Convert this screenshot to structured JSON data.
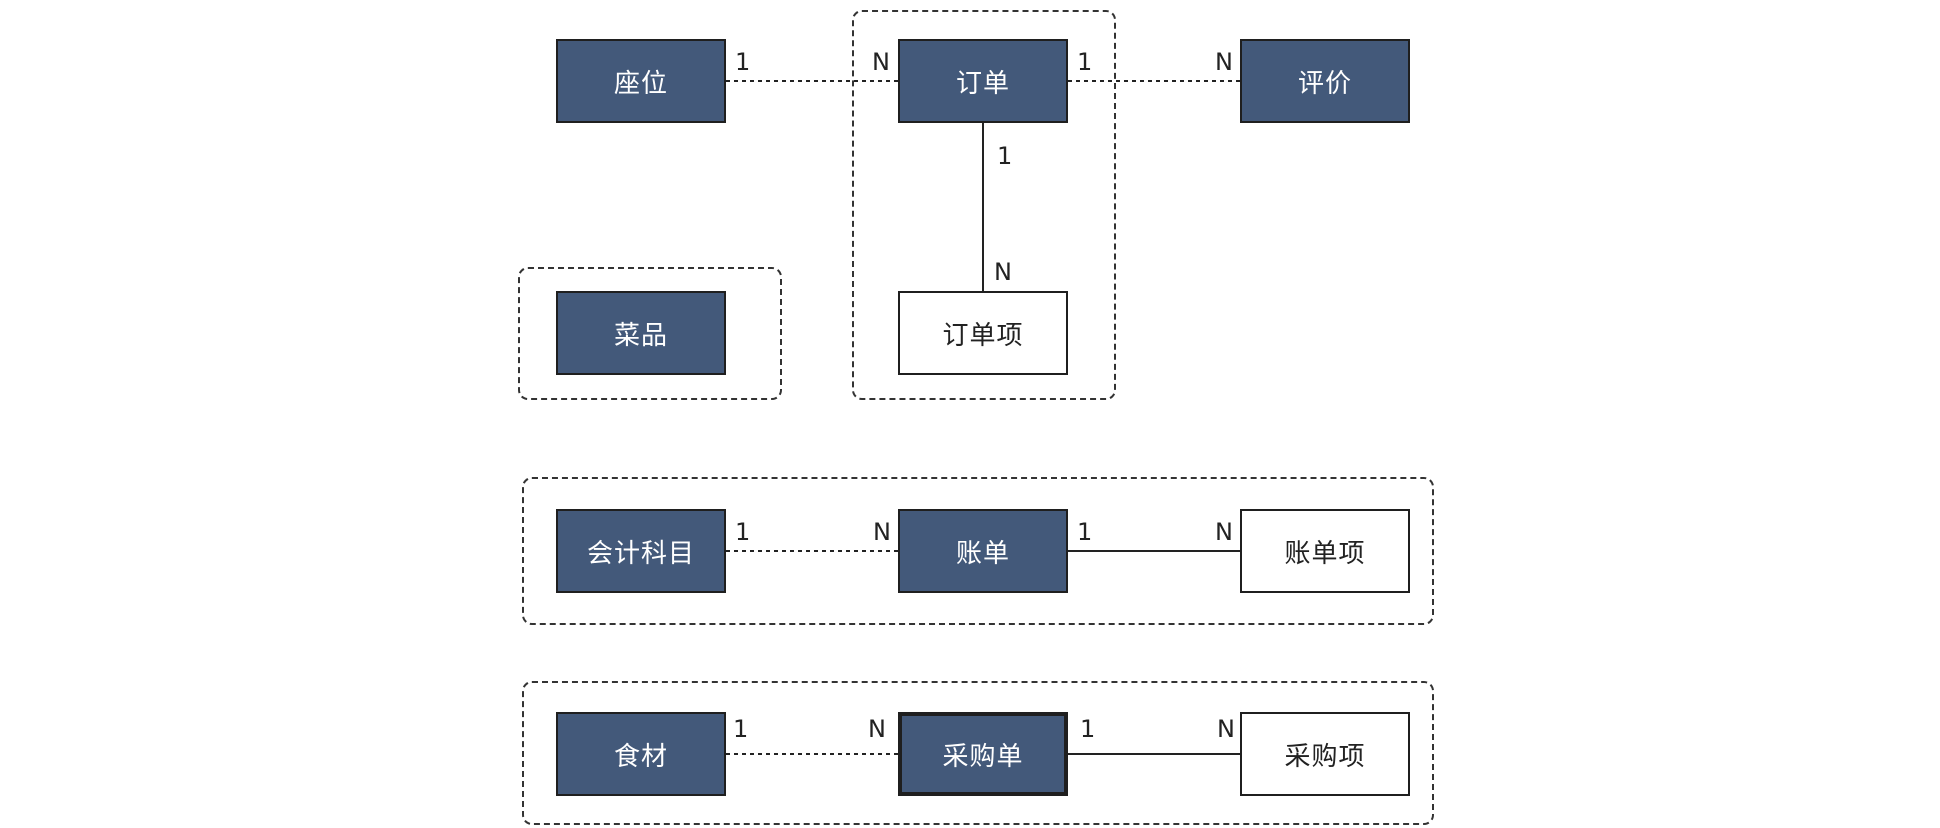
{
  "entities": {
    "seat": {
      "label": "座位"
    },
    "order": {
      "label": "订单"
    },
    "review": {
      "label": "评价"
    },
    "dish": {
      "label": "菜品"
    },
    "order_item": {
      "label": "订单项"
    },
    "account": {
      "label": "会计科目"
    },
    "bill": {
      "label": "账单"
    },
    "bill_item": {
      "label": "账单项"
    },
    "ingredient": {
      "label": "食材"
    },
    "purchase_order": {
      "label": "采购单"
    },
    "purchase_item": {
      "label": "采购项"
    }
  },
  "relations": {
    "seat_order": {
      "from": "1",
      "to": "N"
    },
    "order_review": {
      "from": "1",
      "to": "N"
    },
    "order_orderitem": {
      "from": "1",
      "to": "N"
    },
    "account_bill": {
      "from": "1",
      "to": "N"
    },
    "bill_billitem": {
      "from": "1",
      "to": "N"
    },
    "ingredient_purchase": {
      "from": "1",
      "to": "N"
    },
    "purchase_purchaseitem": {
      "from": "1",
      "to": "N"
    }
  },
  "colors": {
    "entity_dark": "#43597a",
    "entity_light": "#ffffff",
    "line": "#222222"
  }
}
